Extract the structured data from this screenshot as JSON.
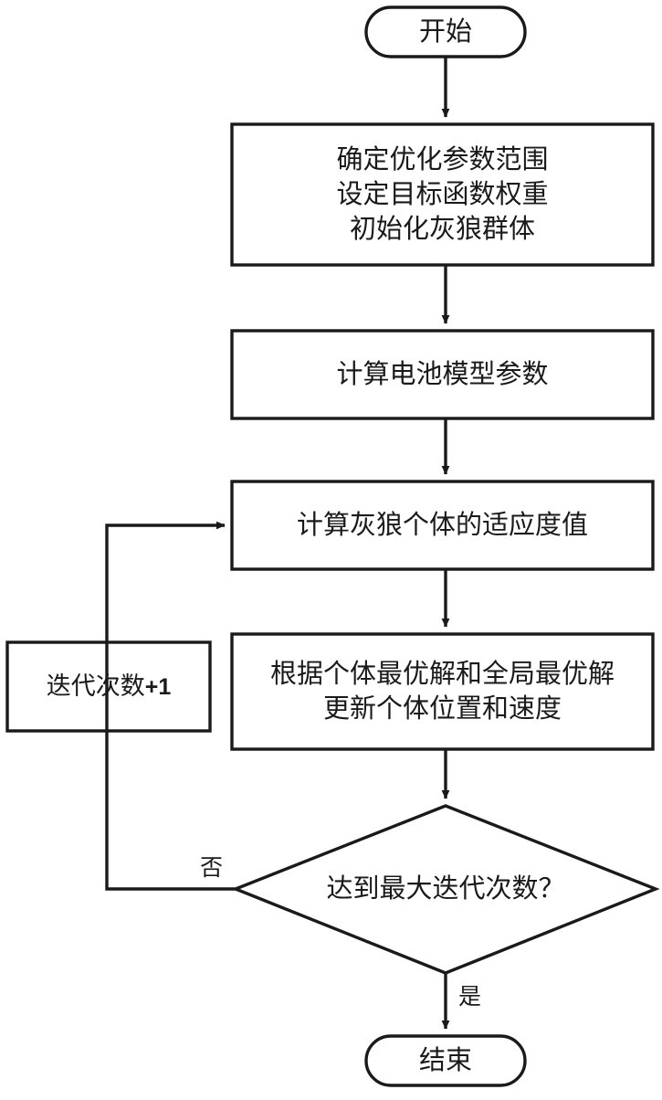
{
  "diagram": {
    "type": "flowchart",
    "title_text": "",
    "colors": {
      "stroke": "#1a1a1a",
      "fill": "#ffffff",
      "text": "#1a1a1a"
    },
    "nodes": [
      {
        "id": "start",
        "shape": "rounded-rectangle",
        "lines": [
          "开始"
        ]
      },
      {
        "id": "init-params",
        "shape": "rectangle",
        "lines": [
          "确定优化参数范围",
          "设定目标函数权重",
          "初始化灰狼群体"
        ]
      },
      {
        "id": "calc-battery-model",
        "shape": "rectangle",
        "lines": [
          "计算电池模型参数"
        ]
      },
      {
        "id": "calc-fitness",
        "shape": "rectangle",
        "lines": [
          "计算灰狼个体的适应度值"
        ]
      },
      {
        "id": "update-position",
        "shape": "rectangle",
        "lines": [
          "根据个体最优解和全局最优解",
          "更新个体位置和速度"
        ]
      },
      {
        "id": "iteration-counter",
        "shape": "rectangle",
        "lines": [
          "迭代次数"
        ],
        "suffix": "+1"
      },
      {
        "id": "max-iteration-check",
        "shape": "diamond",
        "lines": [
          "达到最大迭代次数？"
        ]
      },
      {
        "id": "end",
        "shape": "rounded-rectangle",
        "lines": [
          "结束"
        ]
      }
    ],
    "edge_labels": {
      "no_branch": "否",
      "yes_branch": "是"
    }
  }
}
